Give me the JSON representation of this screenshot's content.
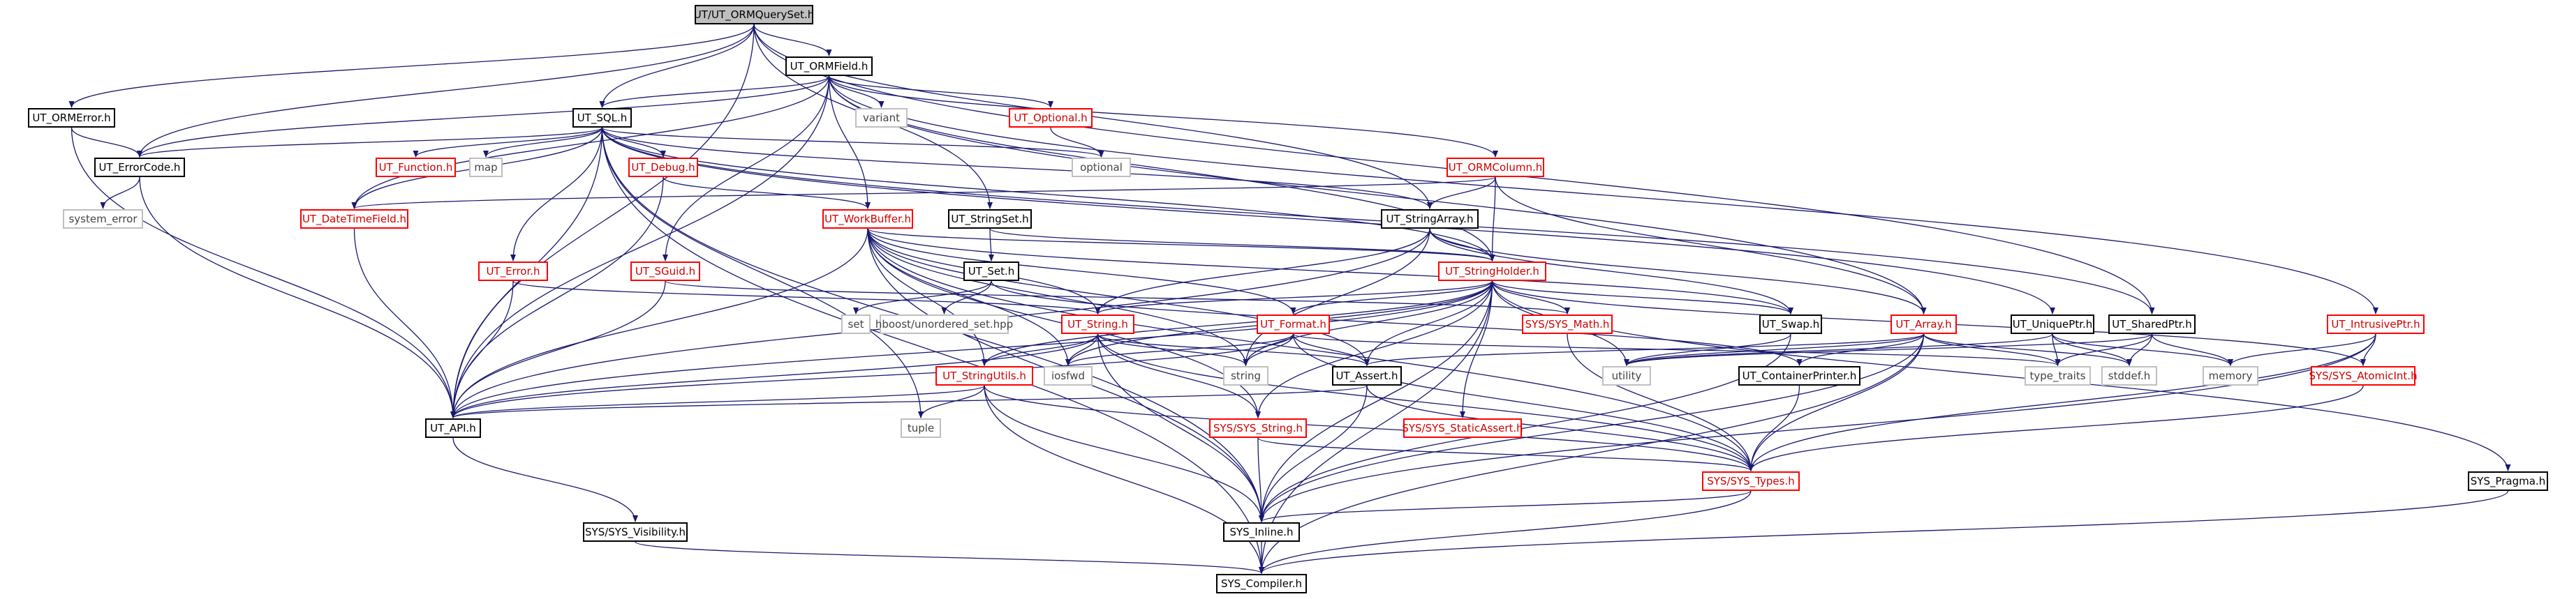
{
  "graph": {
    "edge_color": "#191970",
    "colors": {
      "default_border": "#000000",
      "incomplete_border": "#ff0000",
      "external_border": "#bfbfbf",
      "root_fill": "#bfbfbf"
    },
    "nodes": {
      "UT_ORMQuerySet": "UT/UT_ORMQuerySet.h",
      "UT_ORMField": "UT_ORMField.h",
      "UT_ORMError": "UT_ORMError.h",
      "UT_ErrorCode": "UT_ErrorCode.h",
      "system_error": "system_error",
      "UT_SQL": "UT_SQL.h",
      "UT_Function": "UT_Function.h",
      "map": "map",
      "UT_Debug": "UT_Debug.h",
      "variant": "variant",
      "UT_Optional": "UT_Optional.h",
      "optional": "optional",
      "UT_ORMColumn": "UT_ORMColumn.h",
      "UT_DateTimeField": "UT_DateTimeField.h",
      "UT_WorkBuffer": "UT_WorkBuffer.h",
      "UT_StringSet": "UT_StringSet.h",
      "UT_StringArray": "UT_StringArray.h",
      "UT_StringHolder": "UT_StringHolder.h",
      "UT_Set": "UT_Set.h",
      "set": "set",
      "unordered_set": "hboost/unordered_set.hpp",
      "UT_Error": "UT_Error.h",
      "UT_SGuid": "UT_SGuid.h",
      "UT_String": "UT_String.h",
      "UT_Format": "UT_Format.h",
      "SYS_Math": "SYS/SYS_Math.h",
      "UT_Swap": "UT_Swap.h",
      "UT_Array": "UT_Array.h",
      "UT_UniquePtr": "UT_UniquePtr.h",
      "UT_SharedPtr": "UT_SharedPtr.h",
      "UT_IntrusivePtr": "UT_IntrusivePtr.h",
      "UT_StringUtils": "UT_StringUtils.h",
      "iosfwd": "iosfwd",
      "string": "string",
      "UT_Assert": "UT_Assert.h",
      "utility": "utility",
      "UT_ContainerPrinter": "UT_ContainerPrinter.h",
      "type_traits": "type_traits",
      "stddef": "stddef.h",
      "memory": "memory",
      "SYS_AtomicInt": "SYS/SYS_AtomicInt.h",
      "tuple": "tuple",
      "UT_API": "UT_API.h",
      "SYS_String": "SYS/SYS_String.h",
      "SYS_StaticAssert": "SYS/SYS_StaticAssert.h",
      "SYS_Types": "SYS/SYS_Types.h",
      "SYS_Visibility": "SYS/SYS_Visibility.h",
      "SYS_Inline": "SYS_Inline.h",
      "SYS_Pragma": "SYS_Pragma.h",
      "SYS_Compiler": "SYS_Compiler.h"
    },
    "edges": [
      [
        "UT_ORMQuerySet",
        "UT_ORMField"
      ],
      [
        "UT_ORMQuerySet",
        "UT_ORMError"
      ],
      [
        "UT_ORMQuerySet",
        "UT_ErrorCode"
      ],
      [
        "UT_ORMQuerySet",
        "UT_SQL"
      ],
      [
        "UT_ORMQuerySet",
        "UT_StringSet"
      ],
      [
        "UT_ORMQuerySet",
        "UT_StringArray"
      ],
      [
        "UT_ORMQuerySet",
        "UT_SharedPtr"
      ],
      [
        "UT_ORMQuerySet",
        "UT_API"
      ],
      [
        "UT_ORMField",
        "UT_ErrorCode"
      ],
      [
        "UT_ORMField",
        "UT_SQL"
      ],
      [
        "UT_ORMField",
        "variant"
      ],
      [
        "UT_ORMField",
        "UT_Optional"
      ],
      [
        "UT_ORMField",
        "UT_ORMColumn"
      ],
      [
        "UT_ORMField",
        "UT_DateTimeField"
      ],
      [
        "UT_ORMField",
        "UT_WorkBuffer"
      ],
      [
        "UT_ORMField",
        "UT_StringHolder"
      ],
      [
        "UT_ORMField",
        "UT_SGuid"
      ],
      [
        "UT_ORMField",
        "UT_Array"
      ],
      [
        "UT_ORMField",
        "UT_IntrusivePtr"
      ],
      [
        "UT_ORMField",
        "UT_API"
      ],
      [
        "UT_ORMError",
        "UT_ErrorCode"
      ],
      [
        "UT_ORMError",
        "UT_API"
      ],
      [
        "UT_ErrorCode",
        "system_error"
      ],
      [
        "UT_ErrorCode",
        "UT_API"
      ],
      [
        "UT_SQL",
        "UT_ErrorCode"
      ],
      [
        "UT_SQL",
        "UT_Function"
      ],
      [
        "UT_SQL",
        "map"
      ],
      [
        "UT_SQL",
        "UT_Debug"
      ],
      [
        "UT_SQL",
        "optional"
      ],
      [
        "UT_SQL",
        "UT_DateTimeField"
      ],
      [
        "UT_SQL",
        "UT_Error"
      ],
      [
        "UT_SQL",
        "UT_StringArray"
      ],
      [
        "UT_SQL",
        "UT_StringHolder"
      ],
      [
        "UT_SQL",
        "UT_UniquePtr"
      ],
      [
        "UT_SQL",
        "UT_SharedPtr"
      ],
      [
        "UT_SQL",
        "UT_API"
      ],
      [
        "UT_SQL",
        "tuple"
      ],
      [
        "UT_SQL",
        "SYS_Compiler"
      ],
      [
        "UT_SQL",
        "SYS_Inline"
      ],
      [
        "UT_Optional",
        "optional"
      ],
      [
        "UT_Debug",
        "UT_WorkBuffer"
      ],
      [
        "UT_Debug",
        "UT_API"
      ],
      [
        "UT_ORMColumn",
        "UT_DateTimeField"
      ],
      [
        "UT_ORMColumn",
        "UT_StringArray"
      ],
      [
        "UT_ORMColumn",
        "UT_StringHolder"
      ],
      [
        "UT_ORMColumn",
        "UT_Array"
      ],
      [
        "UT_DateTimeField",
        "UT_API"
      ],
      [
        "UT_WorkBuffer",
        "UT_StringHolder"
      ],
      [
        "UT_WorkBuffer",
        "UT_String"
      ],
      [
        "UT_WorkBuffer",
        "UT_Assert"
      ],
      [
        "UT_WorkBuffer",
        "UT_StringUtils"
      ],
      [
        "UT_WorkBuffer",
        "UT_Swap"
      ],
      [
        "UT_WorkBuffer",
        "UT_Format"
      ],
      [
        "UT_WorkBuffer",
        "SYS_String"
      ],
      [
        "UT_WorkBuffer",
        "SYS_Types"
      ],
      [
        "UT_WorkBuffer",
        "SYS_Inline"
      ],
      [
        "UT_WorkBuffer",
        "string"
      ],
      [
        "UT_WorkBuffer",
        "iosfwd"
      ],
      [
        "UT_WorkBuffer",
        "UT_API"
      ],
      [
        "UT_StringSet",
        "UT_Set"
      ],
      [
        "UT_StringSet",
        "UT_StringHolder"
      ],
      [
        "UT_Set",
        "set"
      ],
      [
        "UT_Set",
        "unordered_set"
      ],
      [
        "UT_Set",
        "UT_ContainerPrinter"
      ],
      [
        "UT_StringArray",
        "UT_StringHolder"
      ],
      [
        "UT_StringArray",
        "UT_String"
      ],
      [
        "UT_StringArray",
        "UT_Array"
      ],
      [
        "UT_StringArray",
        "UT_Swap"
      ],
      [
        "UT_StringArray",
        "string"
      ],
      [
        "UT_StringArray",
        "UT_API"
      ],
      [
        "UT_StringHolder",
        "UT_String"
      ],
      [
        "UT_StringHolder",
        "UT_Format"
      ],
      [
        "UT_StringHolder",
        "SYS_Math"
      ],
      [
        "UT_StringHolder",
        "UT_Swap"
      ],
      [
        "UT_StringHolder",
        "UT_Assert"
      ],
      [
        "UT_StringHolder",
        "UT_StringUtils"
      ],
      [
        "UT_StringHolder",
        "SYS_String"
      ],
      [
        "UT_StringHolder",
        "SYS_StaticAssert"
      ],
      [
        "UT_StringHolder",
        "SYS_AtomicInt"
      ],
      [
        "UT_StringHolder",
        "SYS_Pragma"
      ],
      [
        "UT_StringHolder",
        "SYS_Compiler"
      ],
      [
        "UT_StringHolder",
        "SYS_Inline"
      ],
      [
        "UT_StringHolder",
        "string"
      ],
      [
        "UT_StringHolder",
        "iosfwd"
      ],
      [
        "UT_StringHolder",
        "utility"
      ],
      [
        "UT_StringHolder",
        "UT_API"
      ],
      [
        "UT_Error",
        "UT_String"
      ],
      [
        "UT_Error",
        "UT_API"
      ],
      [
        "UT_SGuid",
        "SYS_Math"
      ],
      [
        "UT_SGuid",
        "UT_API"
      ],
      [
        "UT_String",
        "UT_Assert"
      ],
      [
        "UT_String",
        "UT_StringUtils"
      ],
      [
        "UT_String",
        "SYS_String"
      ],
      [
        "UT_String",
        "SYS_Types"
      ],
      [
        "UT_String",
        "SYS_Inline"
      ],
      [
        "UT_String",
        "iosfwd"
      ],
      [
        "UT_String",
        "string"
      ],
      [
        "UT_String",
        "UT_API"
      ],
      [
        "UT_Format",
        "UT_Assert"
      ],
      [
        "UT_Format",
        "SYS_Types"
      ],
      [
        "UT_Format",
        "string"
      ],
      [
        "UT_Format",
        "iosfwd"
      ],
      [
        "UT_Format",
        "type_traits"
      ],
      [
        "UT_Format",
        "UT_API"
      ],
      [
        "SYS_Math",
        "SYS_Types"
      ],
      [
        "UT_Swap",
        "utility"
      ],
      [
        "UT_Swap",
        "SYS_Inline"
      ],
      [
        "UT_Array",
        "UT_ContainerPrinter"
      ],
      [
        "UT_Array",
        "UT_Assert"
      ],
      [
        "UT_Array",
        "SYS_Types"
      ],
      [
        "UT_Array",
        "SYS_Compiler"
      ],
      [
        "UT_Array",
        "SYS_Inline"
      ],
      [
        "UT_Array",
        "utility"
      ],
      [
        "UT_Array",
        "type_traits"
      ],
      [
        "UT_Array",
        "stddef"
      ],
      [
        "UT_UniquePtr",
        "type_traits"
      ],
      [
        "UT_UniquePtr",
        "stddef"
      ],
      [
        "UT_UniquePtr",
        "memory"
      ],
      [
        "UT_UniquePtr",
        "utility"
      ],
      [
        "UT_SharedPtr",
        "memory"
      ],
      [
        "UT_SharedPtr",
        "stddef"
      ],
      [
        "UT_SharedPtr",
        "type_traits"
      ],
      [
        "UT_SharedPtr",
        "utility"
      ],
      [
        "UT_IntrusivePtr",
        "SYS_AtomicInt"
      ],
      [
        "UT_IntrusivePtr",
        "SYS_Types"
      ],
      [
        "UT_IntrusivePtr",
        "SYS_Inline"
      ],
      [
        "UT_IntrusivePtr",
        "memory"
      ],
      [
        "SYS_AtomicInt",
        "SYS_Types"
      ],
      [
        "UT_StringUtils",
        "tuple"
      ],
      [
        "UT_StringUtils",
        "SYS_Types"
      ],
      [
        "UT_StringUtils",
        "SYS_Inline"
      ],
      [
        "UT_StringUtils",
        "SYS_Compiler"
      ],
      [
        "UT_StringUtils",
        "UT_API"
      ],
      [
        "UT_Assert",
        "SYS_Types"
      ],
      [
        "UT_Assert",
        "SYS_Inline"
      ],
      [
        "UT_Assert",
        "UT_API"
      ],
      [
        "UT_ContainerPrinter",
        "SYS_Types"
      ],
      [
        "UT_API",
        "SYS_Visibility"
      ],
      [
        "SYS_String",
        "SYS_Types"
      ],
      [
        "SYS_String",
        "SYS_Inline"
      ],
      [
        "SYS_Types",
        "SYS_Inline"
      ],
      [
        "SYS_Types",
        "SYS_Compiler"
      ],
      [
        "SYS_Visibility",
        "SYS_Compiler"
      ],
      [
        "SYS_Inline",
        "SYS_Compiler"
      ],
      [
        "SYS_Pragma",
        "SYS_Compiler"
      ]
    ]
  }
}
